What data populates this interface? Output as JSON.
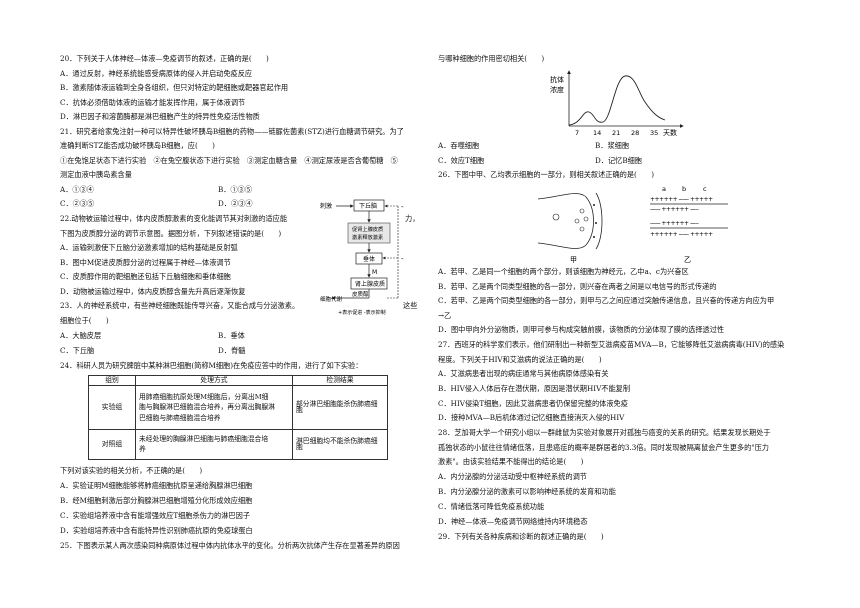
{
  "left": {
    "q20": {
      "stem": "20．下列关于人体神经—体液—免疫调节的叙述，正确的是(　　)",
      "A": "A．通过反射，神经系统能感受病原体的侵入并启动免疫反应",
      "B": "B．激素随体液运输到全身各组织，但只对特定的靶细胞或靶器官起作用",
      "C": "C．抗体必须借助体液的运输才能发挥作用，属于体液调节",
      "D": "D．淋巴因子和溶菌酶都是淋巴细胞产生的特异性免疫活性物质"
    },
    "q21": {
      "stem1": "21．研究者给家兔注射一种可以特异性破坏胰岛B细胞的药物——链脲佐菌素(STZ)进行血糖调节研究。为了",
      "stem2": "准确判断STZ能否成功破坏胰岛B细胞，应(　　)",
      "opt1": "①在兔饱足状态下进行实验　②在兔空腹状态下进行实验　③测定血糖含量　④测定尿液是否含葡萄糖　⑤",
      "opt2": "测定血液中胰岛素含量",
      "A": "A．①③④",
      "B": "B．①③⑤",
      "C": "C．②③⑤",
      "D": "D．②③④"
    },
    "q22": {
      "stem1": "22.动物被运输过程中，体内皮质醇激素的变化能调节其对刺激的适应能",
      "stem1_tail": "力，",
      "stem2": "下图为皮质醇分泌的调节示意图。据图分析，下列叙述错误的是(　　)",
      "A": "A．运输刺激使下丘脑分泌激素增加的结构基础是反射弧",
      "B": "B．图中M促进皮质醇分泌的过程属于神经—体液调节",
      "C": "C．皮质醇作用的靶细胞还包括下丘脑细胞和垂体细胞",
      "D": "D．动物被运输过程中，体内皮质醇含量先升高后逐渐恢复",
      "fig": {
        "stimulus": "刺激",
        "hypothalamus": "下丘脑",
        "crh": "促肾上腺皮质激素释放激素",
        "pituitary": "垂体",
        "m": "M",
        "adrenal": "肾上腺皮质",
        "cortisol": "皮质醇",
        "metabolism": "细胞代谢",
        "legend": "+表示促进 -表示抑制",
        "plus": "+",
        "minus": "-"
      }
    },
    "q23": {
      "stem1": "23．人的神经系统中，有些神经细胞既能传导兴奋，又能合成与分泌激素。",
      "stem1_tail": "这些",
      "stem2": "细胞位于(　　)",
      "A": "A．大脑皮层",
      "B": "B．垂体",
      "C": "C．下丘脑",
      "D": "D．脊髓"
    },
    "q24": {
      "stem": "24．科研人员为研究脾脏中某种淋巴细胞(简称M细胞)在免疫应答中的作用，进行了如下实验：",
      "table": {
        "headers": [
          "组别",
          "处理方式",
          "检测结果"
        ],
        "rows": [
          {
            "group": "实验组",
            "lines": [
              "用肺癌细胞抗原处理M细胞后，分离出M细",
              "胞与胸腺淋巴细胞混合培养，再分离出胸腺淋",
              "巴细胞与肺癌细胞混合培养"
            ],
            "result": "部分淋巴细胞能杀伤肺癌细胞"
          },
          {
            "group": "对照组",
            "lines": [
              "未经处理的胸腺淋巴细胞与肺癌细胞混合培",
              "养"
            ],
            "result": "淋巴细胞均不能杀伤肺癌细胞"
          }
        ]
      },
      "after": "下列对该实验的相关分析，不正确的是(　　)",
      "A": "A．实验证明M细胞能够将肺癌细胞抗原呈递给胸腺淋巴细胞",
      "B": "B．经M细胞刺激后部分胸腺淋巴细胞增殖分化形成效应细胞",
      "C": "C．实验组培养液中含有能增强效应T细胞杀伤力的淋巴因子",
      "D": "D．实验组培养液中含有能特异性识别肺癌抗原的免疫球蛋白"
    },
    "q25": {
      "stem": "25．下图表示某人两次感染同种病原体过程中体内抗体水平的变化。分析两次抗体产生存在显著差异的原因"
    }
  },
  "right": {
    "q25cont": "与哪种细胞的作用密切相关(　　)",
    "q25fig": {
      "ylabel": "抗体浓度",
      "xlabel": "天数",
      "ticks": [
        "7",
        "14",
        "21",
        "28",
        "35"
      ]
    },
    "q25opts": {
      "A": "A．吞噬细胞",
      "B": "B．浆细胞",
      "C": "C．效应T细胞",
      "D": "D．记忆B细胞"
    },
    "q26": {
      "stem": "26．下图中甲、乙均表示细胞的一部分，则相关叙述正确的是(　　)",
      "fig": {
        "a": "a",
        "b": "b",
        "c": "c",
        "jia": "甲",
        "yi": "乙",
        "row1": "++++++ ------ +++++",
        "row2": "------ ++++++ -----",
        "row3": "------ ++++++ -----",
        "row4": "++++++ ------ +++++"
      },
      "A": "A．若甲、乙是同一个细胞的两个部分，则该细胞为神经元，乙中a、c为兴奋区",
      "B": "B．若甲、乙是两个同类型细胞的各一部分，则兴奋在两者之间是以电信号的形式传递的",
      "C1": "C．若甲、乙是两个同类型细胞的各一部分，则甲与乙之间应通过突触传递信息，且兴奋的传递方向应为甲",
      "C2": "→乙",
      "D": "D．图中甲向外分泌物质，则甲可参与构成突触前膜，该物质的分泌体现了膜的选择透过性"
    },
    "q27": {
      "l1": "27．西班牙的科学家们表示，他们研制出一种新型艾滋病疫苗MVA—B，它能够降低艾滋病病毒(HIV)的感染",
      "l2": "程度。下列关于HIV和艾滋病的说法正确的是(　　)",
      "A": "A．艾滋病患者出现的病症通常与其他病原体感染有关",
      "B": "B．HIV侵入人体后存在潜伏期，原因是潜伏期HIV不能复制",
      "C": "C．HIV侵染T细胞，因此艾滋病患者仍保留完整的体液免疫",
      "D": "D．接种MVA—B后机体通过记忆细胞直接消灭入侵的HIV"
    },
    "q28": {
      "l1": "28．芝加哥大学一个研究小组以一群雌鼠为实验对象展开对孤独与癌变的关系的研究。结果发现长期处于",
      "l2": "孤独状态的小鼠往往情绪低落，且患癌症的概率是群居者的3.3倍。同时发现被隔离鼠会产生更多的\"压力",
      "l3": "激素\"。由该实验结果不能得出的结论是(　　)",
      "A": "A．内分泌腺的分泌活动受中枢神经系统的调节",
      "B": "B．内分泌腺分泌的激素可以影响神经系统的发育和功能",
      "C": "C．情绪低落可降低免疫系统功能",
      "D": "D．神经—体液—免疫调节网络维持内环境稳态"
    },
    "q29": {
      "stem": "29．下列有关各种疾病和诊断的叙述正确的是(　　)"
    }
  }
}
